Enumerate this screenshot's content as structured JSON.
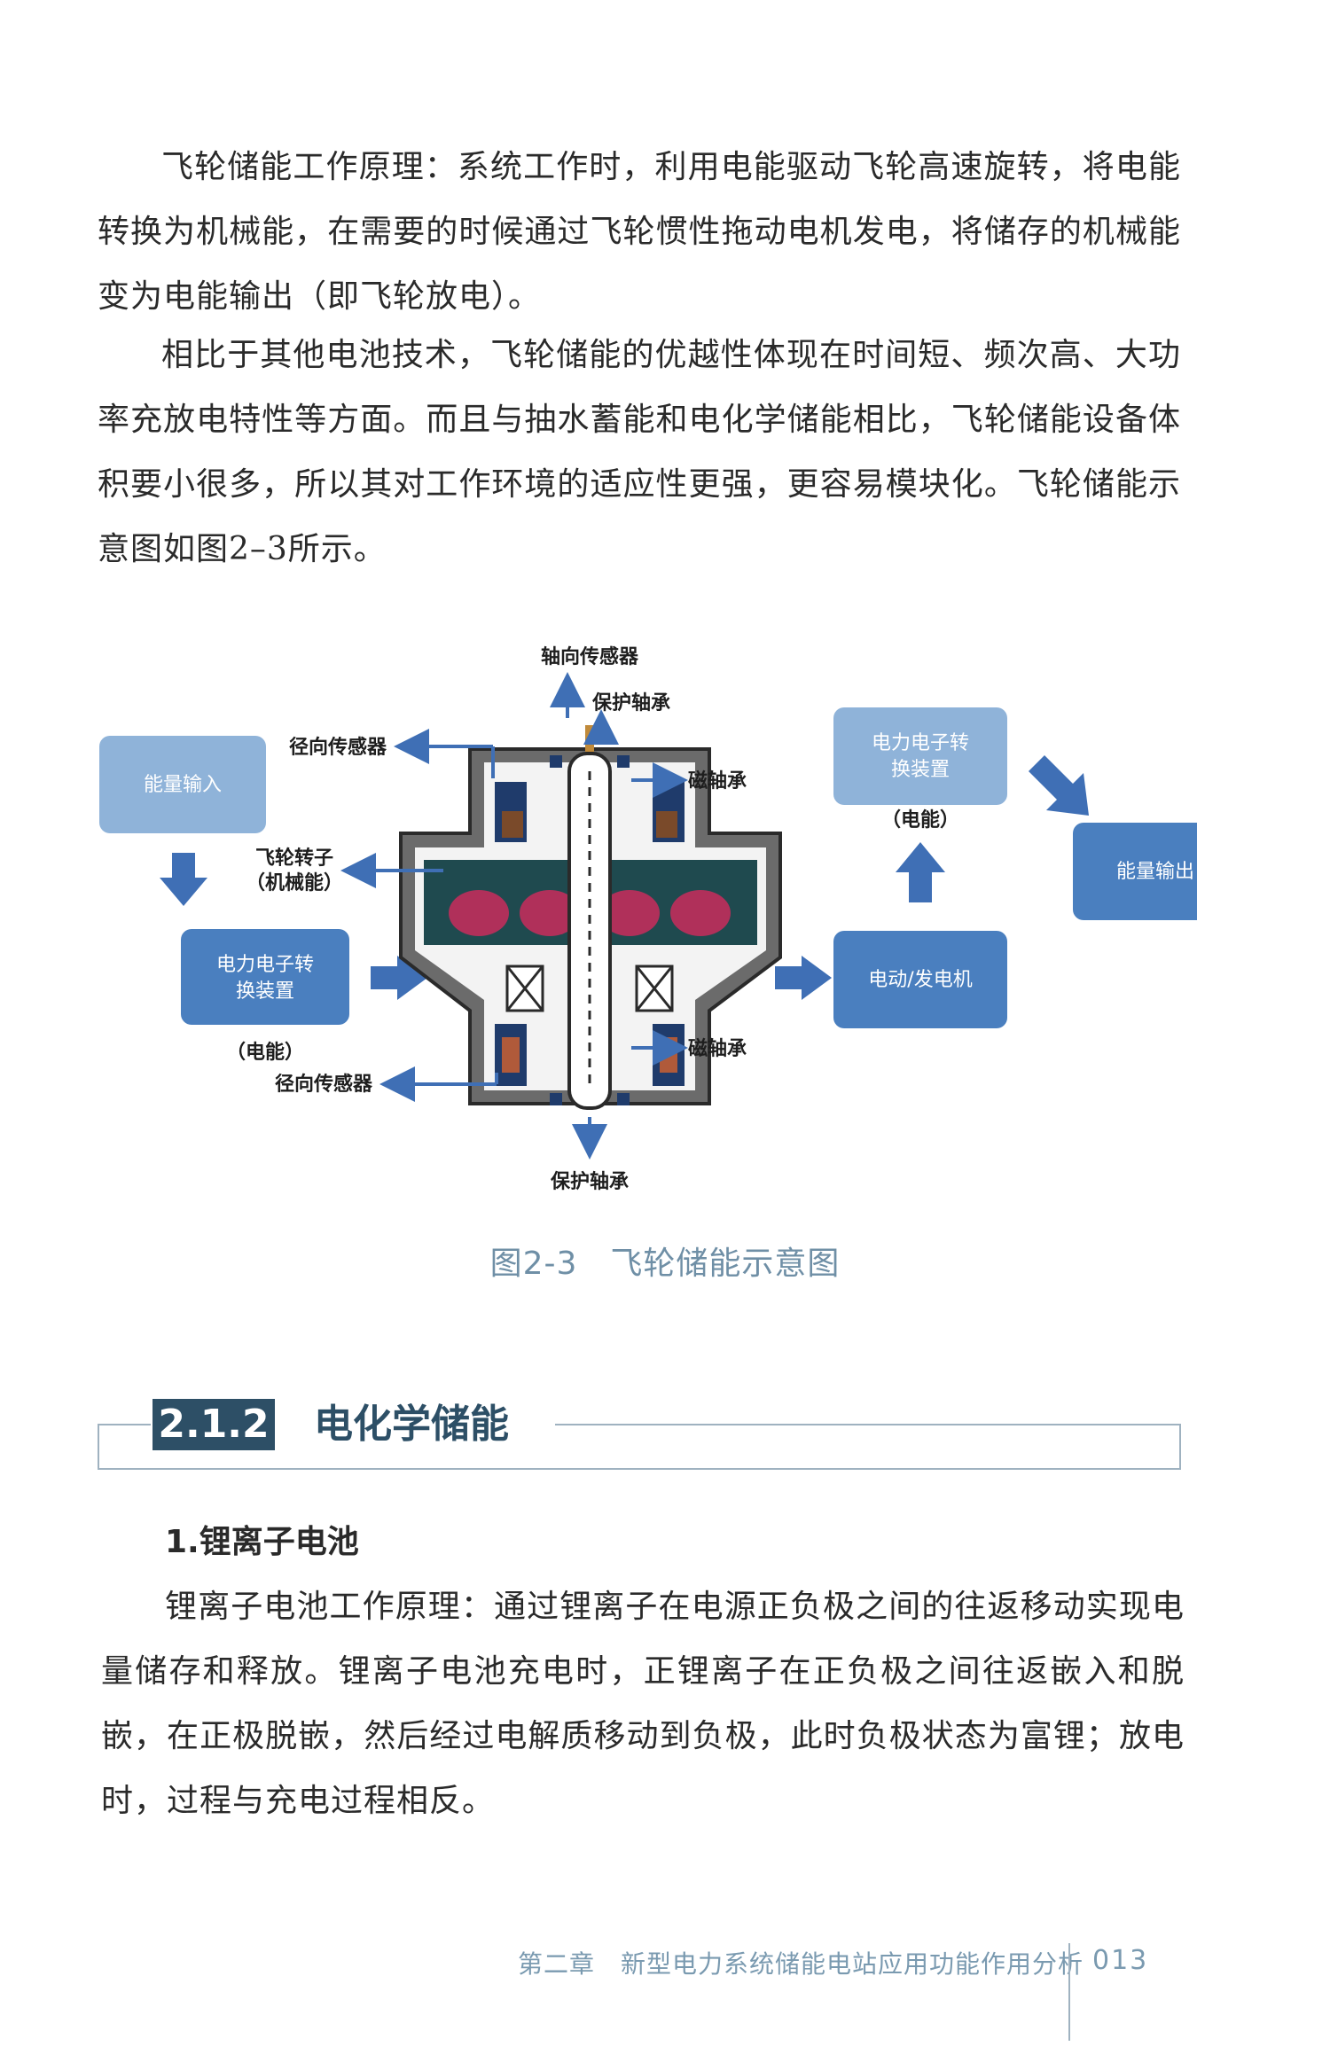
{
  "body": {
    "p1": "飞轮储能工作原理：系统工作时，利用电能驱动飞轮高速旋转，将电能转换为机械能，在需要的时候通过飞轮惯性拖动电机发电，将储存的机械能变为电能输出（即飞轮放电）。",
    "p2": "相比于其他电池技术，飞轮储能的优越性体现在时间短、频次高、大功率充放电特性等方面。而且与抽水蓄能和电化学储能相比，飞轮储能设备体积要小很多，所以其对工作环境的适应性更强，更容易模块化。飞轮储能示意图如图2–3所示。"
  },
  "figure": {
    "caption": "图2-3　飞轮储能示意图",
    "box_energy_input": "能量输入",
    "box_converter_left_line1": "电力电子转",
    "box_converter_left_line2": "换装置",
    "note_converter_left": "（电能）",
    "box_converter_right_line1": "电力电子转",
    "box_converter_right_line2": "换装置",
    "note_converter_right": "（电能）",
    "box_motor": "电动/发电机",
    "box_energy_output": "能量输出",
    "label_axial_sensor": "轴向传感器",
    "label_protect_bearing_top": "保护轴承",
    "label_radial_sensor_top": "径向传感器",
    "label_magnetic_bearing_top": "磁轴承",
    "label_rotor_line1": "飞轮转子",
    "label_rotor_line2": "（机械能）",
    "label_magnetic_bearing_bottom": "磁轴承",
    "label_radial_sensor_bottom": "径向传感器",
    "label_protect_bearing_bottom": "保护轴承",
    "colors": {
      "box_light": "#8fb3d9",
      "box_dark": "#4a7fbf",
      "arrow": "#3f6fb5",
      "housing": "#3a3a3a",
      "rotor": "#1f4a4f",
      "rotor_accent": "#b0305a"
    }
  },
  "section": {
    "number": "2.1.2",
    "title": "电化学储能"
  },
  "subsection": {
    "title": "1.锂离子电池",
    "p": "锂离子电池工作原理：通过锂离子在电源正负极之间的往返移动实现电量储存和释放。锂离子电池充电时，正锂离子在正负极之间往返嵌入和脱嵌，在正极脱嵌，然后经过电解质移动到负极，此时负极状态为富锂；放电时，过程与充电过程相反。"
  },
  "footer": {
    "chapter": "第二章　新型电力系统储能电站应用功能作用分析",
    "page": "013"
  }
}
